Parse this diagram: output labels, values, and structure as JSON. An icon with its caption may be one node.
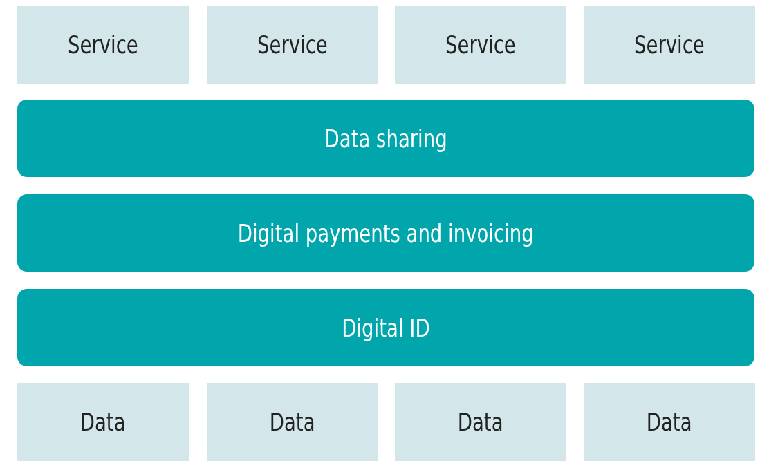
{
  "diagram": {
    "nodes": [
      {
        "text": [
          "Service"
        ]
      },
      {
        "text": [
          "Service"
        ]
      },
      {
        "text": [
          "Service"
        ]
      },
      {
        "text": [
          "Service"
        ]
      },
      {
        "text": [
          "Data sharing"
        ]
      },
      {
        "text": [
          "Digital payments and invoicing"
        ]
      },
      {
        "text": [
          "Digital ID"
        ]
      },
      {
        "text": [
          "Data"
        ]
      },
      {
        "text": [
          "Data"
        ]
      },
      {
        "text": [
          "Data"
        ]
      },
      {
        "text": [
          "Data"
        ]
      }
    ],
    "edges": []
  }
}
